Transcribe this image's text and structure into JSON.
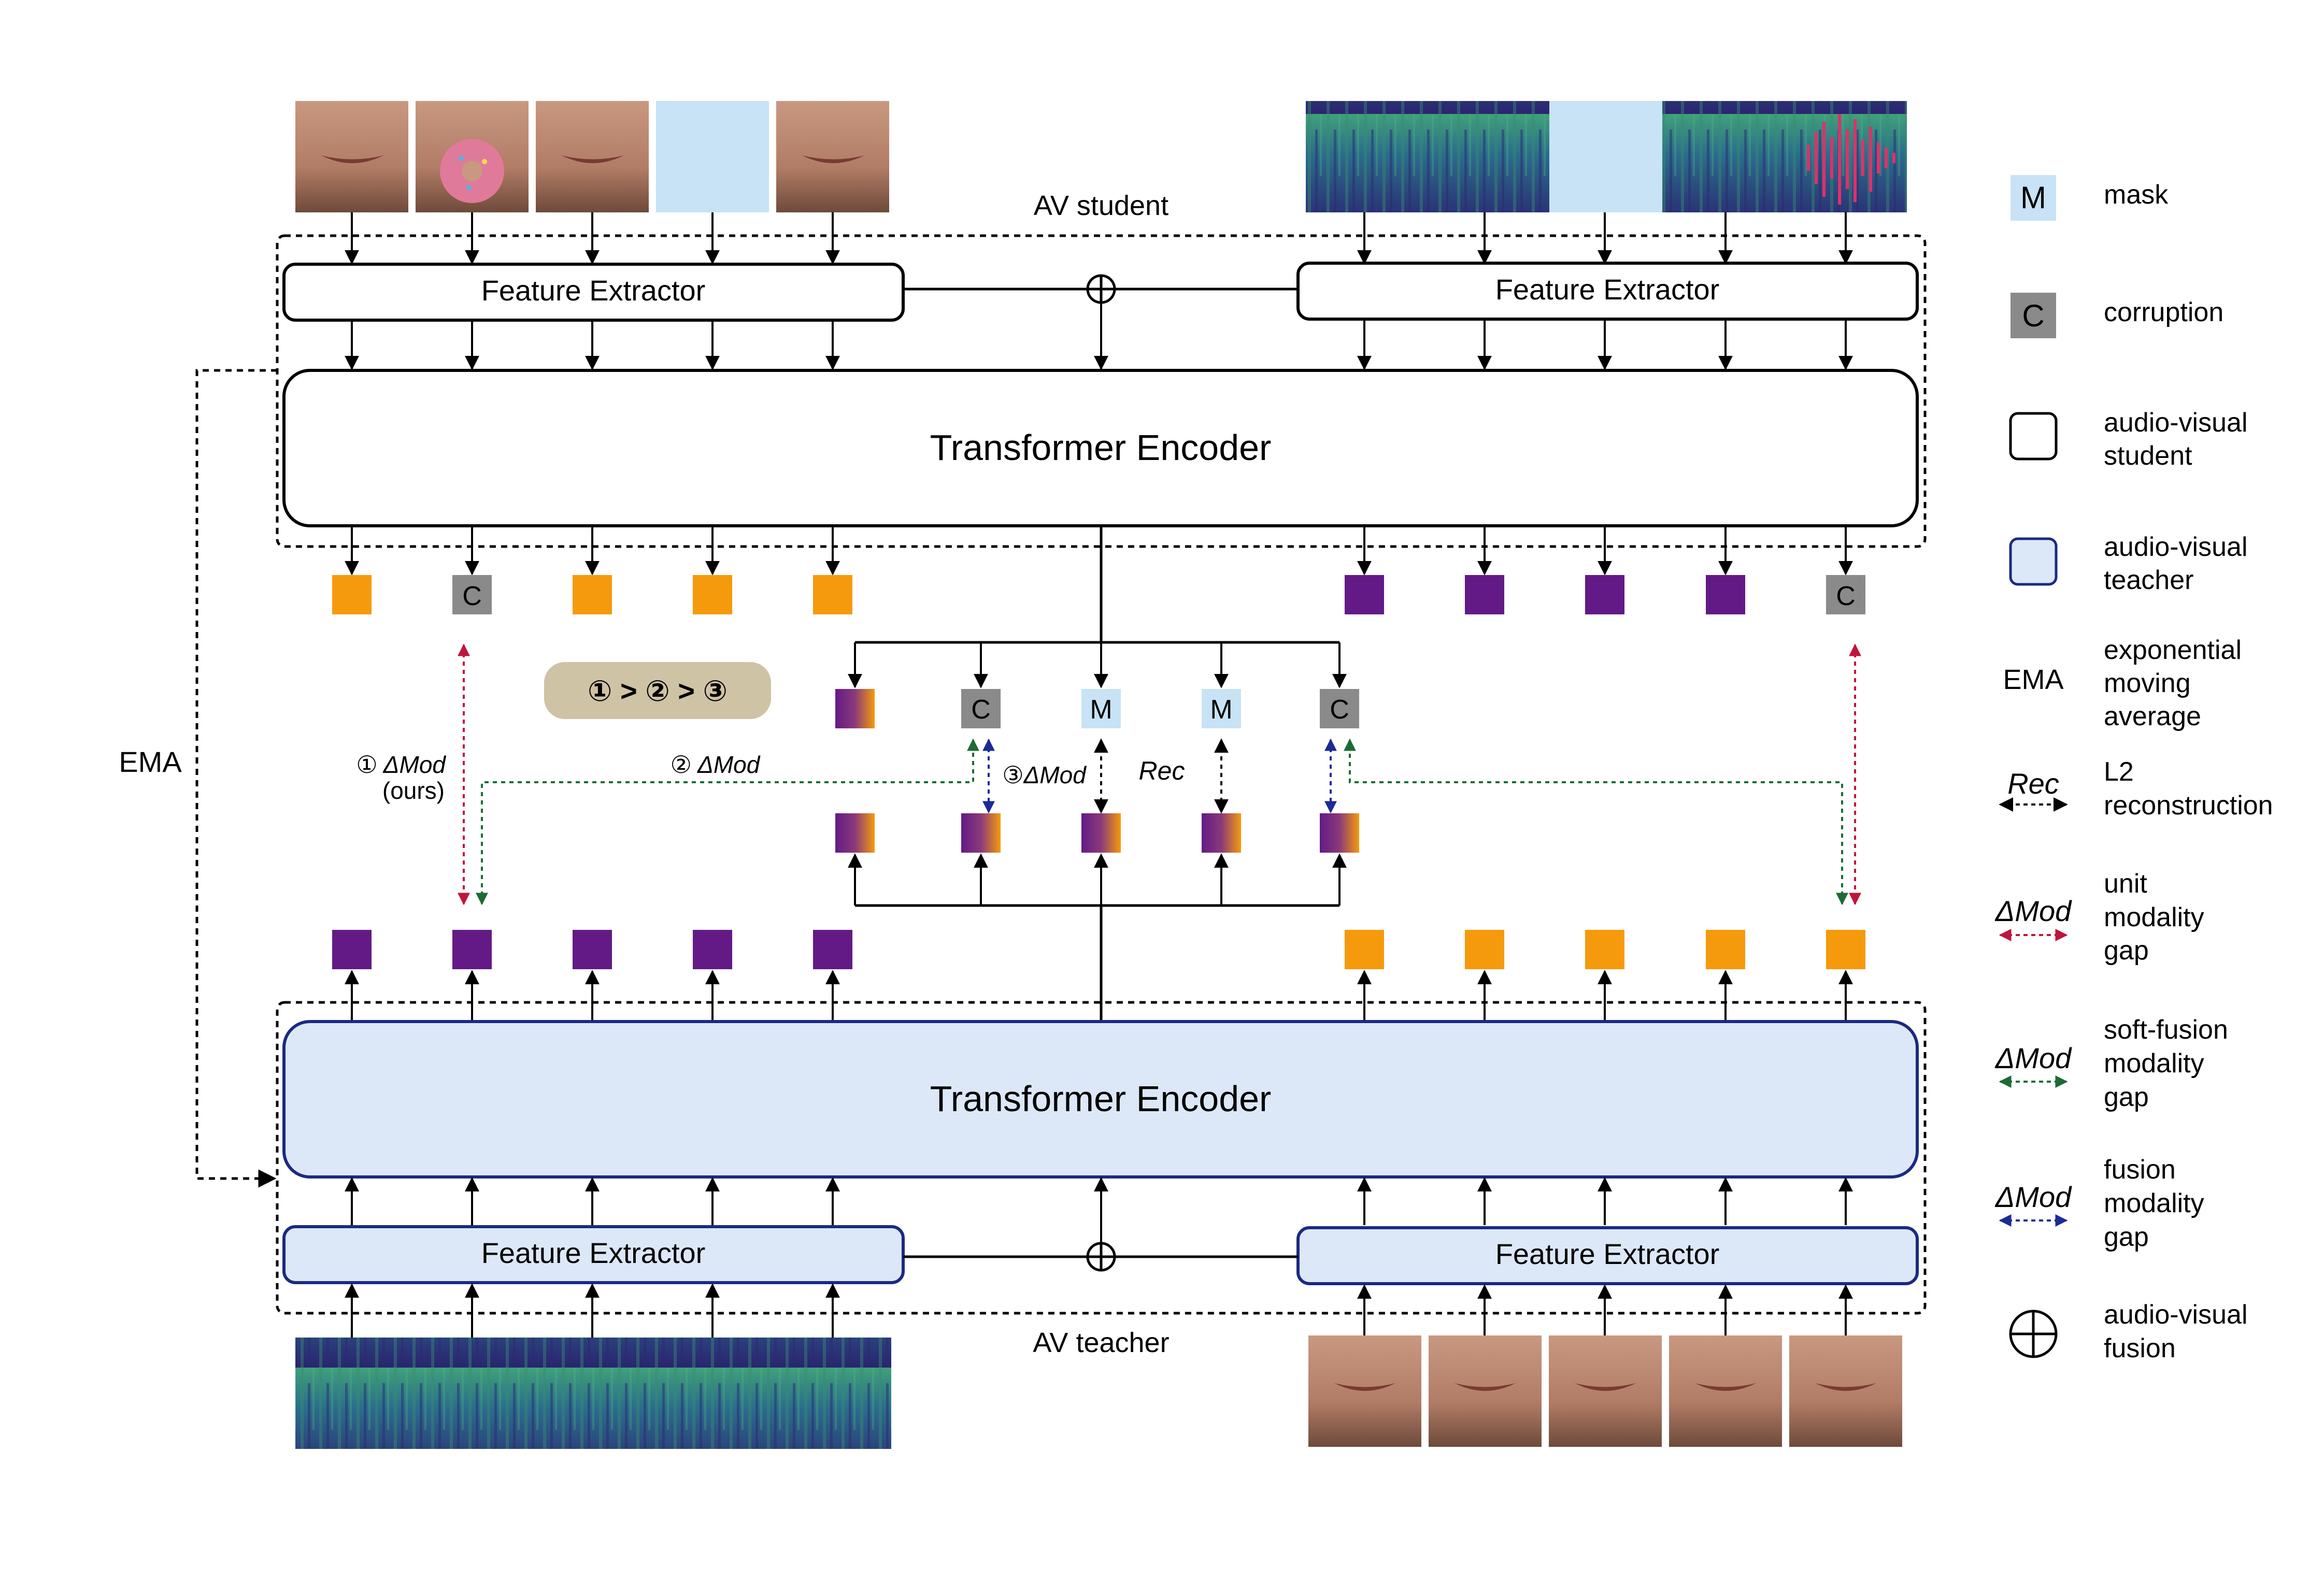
{
  "student": {
    "label": "AV student",
    "left_extractor": "Feature Extractor",
    "right_extractor": "Feature Extractor",
    "encoder": "Transformer Encoder",
    "output_tokens_left": [
      "",
      "C",
      "",
      "",
      ""
    ],
    "output_tokens_right": [
      "",
      "",
      "",
      "",
      "C"
    ]
  },
  "teacher": {
    "label": "AV teacher",
    "left_extractor": "Feature Extractor",
    "right_extractor": "Feature Extractor",
    "encoder": "Transformer Encoder"
  },
  "ema_label": "EMA",
  "ranking_badge": "① > ② > ③",
  "fusion_tokens_top": [
    "",
    "C",
    "M",
    "M",
    "C"
  ],
  "annotations": {
    "delta_mod_1": "① ΔMod",
    "ours": "(ours)",
    "delta_mod_2": "② ΔMod",
    "delta_mod_3": "③ΔMod",
    "rec": "Rec"
  },
  "legend": [
    {
      "symbol": "M",
      "text": [
        "mask"
      ]
    },
    {
      "symbol": "C",
      "text": [
        "corruption"
      ]
    },
    {
      "symbol": "",
      "text": [
        "audio-visual",
        "student"
      ]
    },
    {
      "symbol": "",
      "text": [
        "audio-visual",
        "teacher"
      ]
    },
    {
      "symbol": "EMA",
      "text": [
        "exponential",
        "moving",
        "average"
      ]
    },
    {
      "symbol": "Rec",
      "text": [
        "L2",
        "reconstruction"
      ]
    },
    {
      "symbol": "ΔMod",
      "text": [
        "unit",
        "modality",
        "gap"
      ]
    },
    {
      "symbol": "ΔMod",
      "text": [
        "soft-fusion",
        "modality",
        "gap"
      ]
    },
    {
      "symbol": "ΔMod",
      "text": [
        "fusion",
        "modality",
        "gap"
      ]
    },
    {
      "symbol": "",
      "text": [
        "audio-visual",
        "fusion"
      ]
    }
  ],
  "colors": {
    "orange": "#F59A0C",
    "purple": "#631A86",
    "gray": "#8A8A8A",
    "mask_blue": "#C7E3F5",
    "teacher_fill": "#DCE8F7",
    "teacher_stroke": "#1B2A80",
    "badge": "#CFC3A5",
    "red": "#C0143C",
    "green": "#1D6B34",
    "navy": "#1B2A96"
  }
}
